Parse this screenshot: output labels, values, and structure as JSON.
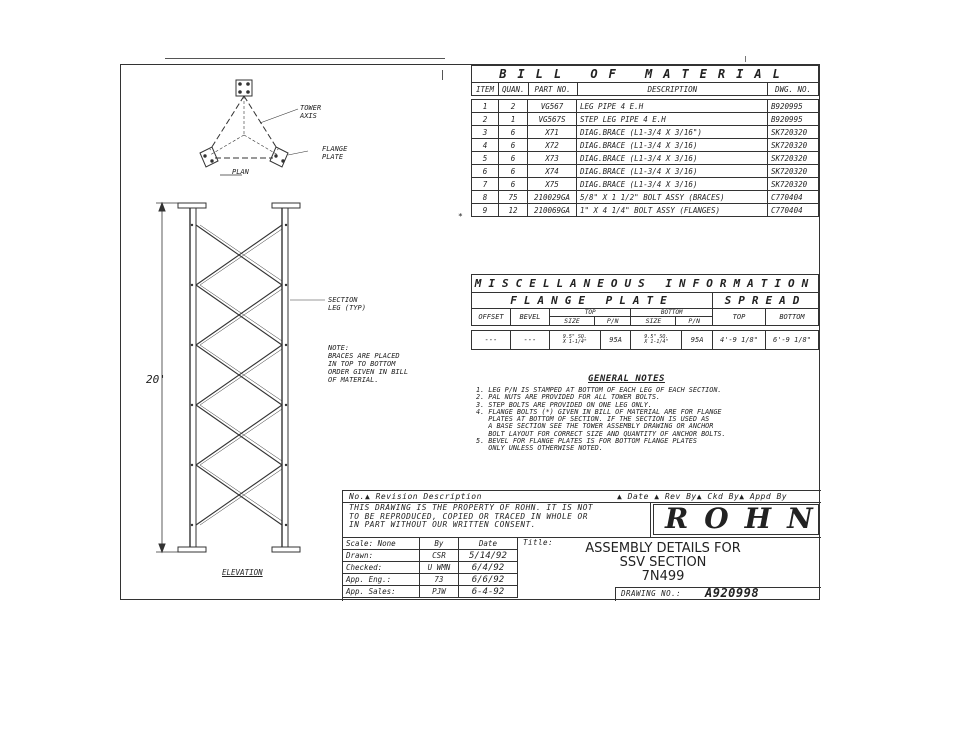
{
  "plan": {
    "tower_axis": "TOWER\nAXIS",
    "flange_plate": "FLANGE\nPLATE",
    "plan_label": "PLAN"
  },
  "elevation": {
    "section_leg": "SECTION\nLEG (TYP)",
    "note": "NOTE:\nBRACES ARE PLACED\nIN TOP TO BOTTOM\nORDER GIVEN IN BILL\nOF MATERIAL.",
    "height": "20'",
    "elevation_label": "ELEVATION"
  },
  "bom": {
    "title": "BILL OF MATERIAL",
    "headers": [
      "ITEM",
      "QUAN.",
      "PART NO.",
      "DESCRIPTION",
      "DWG. NO."
    ],
    "rows": [
      [
        "1",
        "2",
        "VG567",
        "LEG PIPE 4 E.H",
        "B920995"
      ],
      [
        "2",
        "1",
        "VG567S",
        "STEP LEG PIPE 4 E.H",
        "B920995"
      ],
      [
        "3",
        "6",
        "X71",
        "DIAG.BRACE (L1-3/4 X 3/16\")",
        "SK720320"
      ],
      [
        "4",
        "6",
        "X72",
        "DIAG.BRACE (L1-3/4 X 3/16)",
        "SK720320"
      ],
      [
        "5",
        "6",
        "X73",
        "DIAG.BRACE (L1-3/4 X 3/16)",
        "SK720320"
      ],
      [
        "6",
        "6",
        "X74",
        "DIAG.BRACE (L1-3/4 X 3/16)",
        "SK720320"
      ],
      [
        "7",
        "6",
        "X75",
        "DIAG.BRACE (L1-3/4 X 3/16)",
        "SK720320"
      ],
      [
        "8",
        "75",
        "210029GA",
        "5/8\" X 1 1/2\" BOLT ASSY (BRACES)",
        "C770404"
      ],
      [
        "9",
        "12",
        "210069GA",
        "1\" X 4 1/4\" BOLT ASSY (FLANGES)",
        "C770404"
      ]
    ],
    "marker": "*"
  },
  "misc": {
    "title": "MISCELLANEOUS INFORMATION",
    "flange_plate": "FLANGE PLATE",
    "spread": "SPREAD",
    "offset": "OFFSET",
    "bevel": "BEVEL",
    "top": "TOP",
    "bottom": "BOTTOM",
    "size": "SIZE",
    "pn": "P/N",
    "row": [
      "---",
      "---",
      "9.5\" SQ.\nX 1-1/4\"",
      "95A",
      "9.5\" SQ.\nX 1-1/4\"",
      "95A",
      "4'-9 1/8\"",
      "6'-9 1/8\""
    ]
  },
  "notes": {
    "title": "GENERAL NOTES",
    "text": "1. LEG P/N IS STAMPED AT BOTTOM OF EACH LEG OF EACH SECTION.\n2. PAL NUTS ARE PROVIDED FOR ALL TOWER BOLTS.\n3. STEP BOLTS ARE PROVIDED ON ONE LEG ONLY.\n4. FLANGE BOLTS (*) GIVEN IN BILL OF MATERIAL ARE FOR FLANGE\n   PLATES AT BOTTOM OF SECTION. IF THE SECTION IS USED AS\n   A BASE SECTION SEE THE TOWER ASSEMBLY DRAWING OR ANCHOR\n   BOLT LAYOUT FOR CORRECT SIZE AND QUANTITY OF ANCHOR BOLTS.\n5. BEVEL FOR FLANGE PLATES IS FOR BOTTOM FLANGE PLATES\n   ONLY UNLESS OTHERWISE NOTED."
  },
  "title_block": {
    "revision_header": "No.▲ Revision Description",
    "revision_right": "▲ Date ▲ Rev By▲ Ckd By▲ Appd By",
    "property_notice": "THIS DRAWING IS THE PROPERTY OF ROHN. IT IS NOT\nTO BE REPRODUCED, COPIED OR TRACED IN WHOLE OR\nIN PART WITHOUT OUR WRITTEN CONSENT.",
    "company": "ROHN",
    "headers": [
      "Scale: None",
      "By",
      "Date"
    ],
    "rows": [
      [
        "Drawn:",
        "CSR",
        "5/14/92"
      ],
      [
        "Checked:",
        "U WMN",
        "6/4/92"
      ],
      [
        "App. Eng.:",
        "73",
        "6/6/92"
      ],
      [
        "App. Sales:",
        "PJW",
        "6-4-92"
      ]
    ],
    "title_label": "Title:",
    "title": "ASSEMBLY DETAILS FOR\nSSV SECTION\n7N499",
    "drawing_no_label": "DRAWING NO.:",
    "drawing_no": "A920998"
  }
}
